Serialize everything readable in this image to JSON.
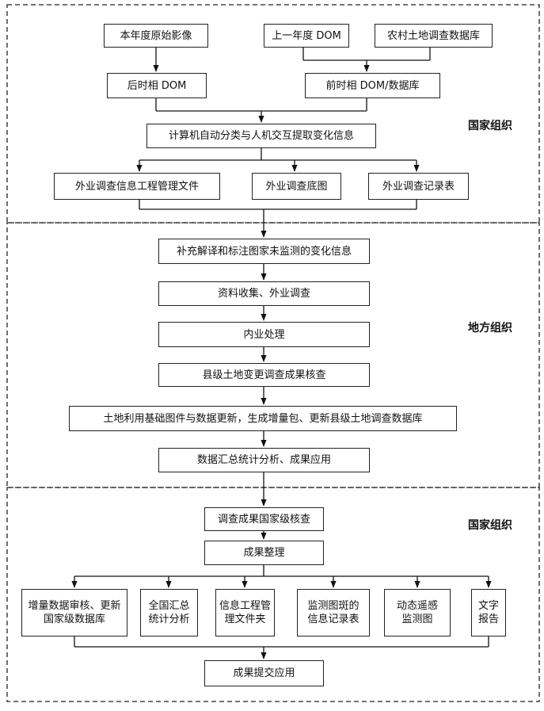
{
  "sections": {
    "section1": {
      "label": "国家组织"
    },
    "section2": {
      "label": "地方组织"
    },
    "section3": {
      "label": "国家组织"
    }
  },
  "nodes": {
    "n1": "本年度原始影像",
    "n2": "上一年度 DOM",
    "n3": "农村土地调查数据库",
    "n4": "后时相 DOM",
    "n5": "前时相 DOM/数据库",
    "n6": "计算机自动分类与人机交互提取变化信息",
    "n7": "外业调查信息工程管理文件",
    "n8": "外业调查底图",
    "n9": "外业调查记录表",
    "n10": "补充解译和标注图家未监测的变化信息",
    "n11": "资料收集、外业调查",
    "n12": "内业处理",
    "n13": "县级土地变更调查成果核查",
    "n14": "土地利用基础图件与数据更新，生成增量包、更新县级土地调查数据库",
    "n15": "数据汇总统计分析、成果应用",
    "n16": "调查成果国家级核查",
    "n17": "成果整理",
    "n18": "增量数据审核、更新\n国家级数据库",
    "n19": "全国汇总\n统计分析",
    "n20": "信息工程管\n理文件夹",
    "n21": "监测图斑的\n信息记录表",
    "n22": "动态遥感\n监测图",
    "n23": "文字\n报告",
    "n24": "成果提交应用"
  }
}
